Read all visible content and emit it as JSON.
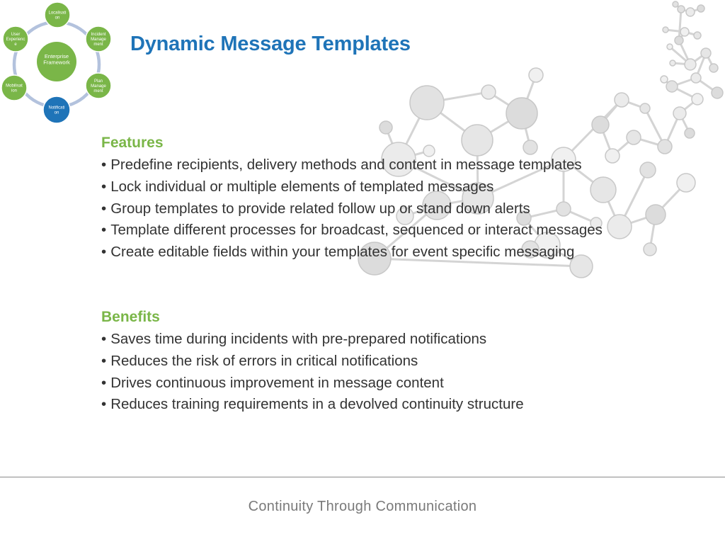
{
  "title": "Dynamic Message Templates",
  "framework": {
    "center": "Enterprise\nFramework",
    "nodes": [
      "Localisati\non",
      "Incident\nManage\nment",
      "Plan\nManage\nment",
      "Notificati\non",
      "Mobilisat\nion",
      "User\nExperienc\ne"
    ],
    "colors": {
      "green": "#7ab648",
      "blue": "#1f74b8",
      "ring": "#b3c2dd"
    }
  },
  "features": {
    "heading": "Features",
    "items": [
      "Predefine recipients, delivery methods and content in message templates",
      "Lock individual or multiple elements of templated messages",
      "Group templates to provide related follow up or stand down alerts",
      "Template different processes for broadcast, sequenced or interact messages",
      "Create editable fields within your templates for event specific messaging"
    ]
  },
  "benefits": {
    "heading": "Benefits",
    "items": [
      "Saves time during incidents with pre-prepared notifications",
      "Reduces the risk of errors in critical notifications",
      "Drives continuous improvement in message content",
      "Reduces training requirements in a devolved continuity structure"
    ]
  },
  "footer": "Continuity Through Communication",
  "colors": {
    "title": "#1f74b8",
    "heading": "#7ab648",
    "text": "#333333",
    "footer": "#7a7a7a"
  }
}
